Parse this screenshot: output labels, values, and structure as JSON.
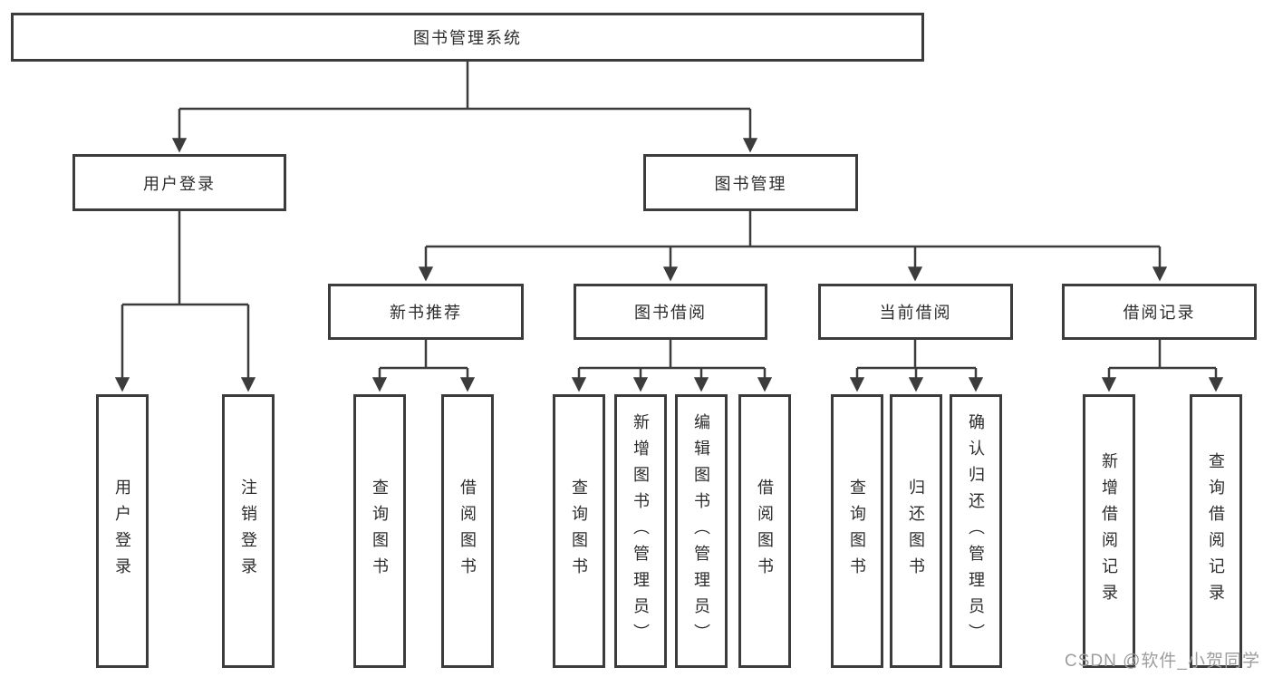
{
  "diagram": {
    "title_node": "图书管理系统",
    "colors": {
      "line": "#3c3c3c",
      "box_border": "#3c3c3c",
      "text": "#2d2d2d",
      "background": "#ffffff",
      "watermark": "#9d9d9d"
    },
    "tree": {
      "root": {
        "label": "图书管理系统"
      },
      "children": [
        {
          "label": "用户登录",
          "children": [
            {
              "label": "用户登录"
            },
            {
              "label": "注销登录"
            }
          ]
        },
        {
          "label": "图书管理",
          "children": [
            {
              "label": "新书推荐",
              "children": [
                {
                  "label": "查询图书"
                },
                {
                  "label": "借阅图书"
                }
              ]
            },
            {
              "label": "图书借阅",
              "children": [
                {
                  "label": "查询图书"
                },
                {
                  "label": "新增图书（管理员）"
                },
                {
                  "label": "编辑图书（管理员）"
                },
                {
                  "label": "借阅图书"
                }
              ]
            },
            {
              "label": "当前借阅",
              "children": [
                {
                  "label": "查询图书"
                },
                {
                  "label": "归还图书"
                },
                {
                  "label": "确认归还（管理员）"
                }
              ]
            },
            {
              "label": "借阅记录",
              "children": [
                {
                  "label": "新增借阅记录"
                },
                {
                  "label": "查询借阅记录"
                }
              ]
            }
          ]
        }
      ]
    },
    "watermark": {
      "text": "CSDN @软件_小贺同学"
    }
  }
}
